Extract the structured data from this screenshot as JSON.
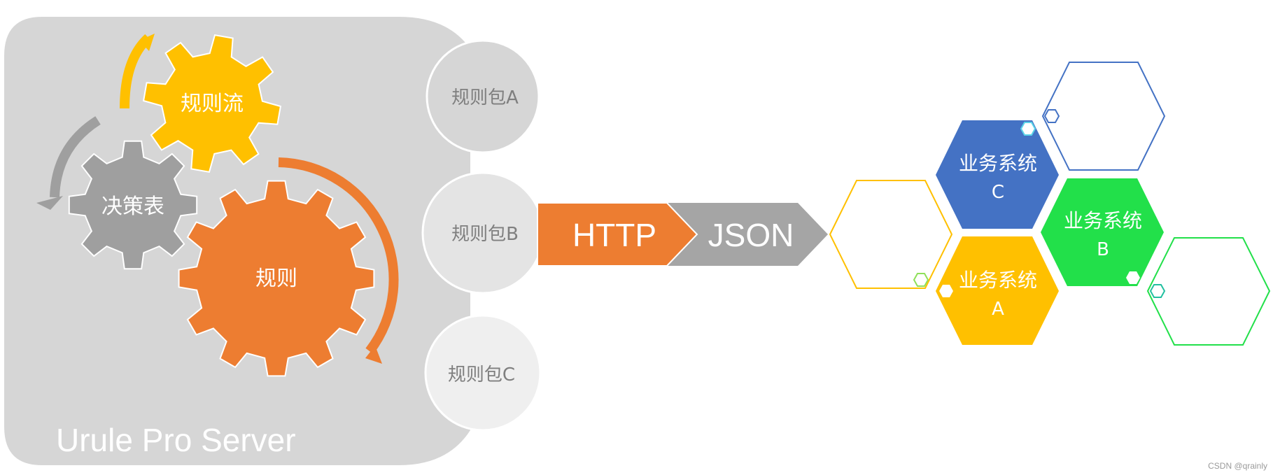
{
  "server": {
    "label": "Urule Pro Server"
  },
  "gears": {
    "flow": "规则流",
    "table": "决策表",
    "rule": "规则"
  },
  "packages": [
    "规则包A",
    "规则包B",
    "规则包C"
  ],
  "protocol": {
    "http": "HTTP",
    "json": "JSON"
  },
  "systems": {
    "c": {
      "line1": "业务系统",
      "line2": "C"
    },
    "b": {
      "line1": "业务系统",
      "line2": "B"
    },
    "a": {
      "line1": "业务系统",
      "line2": "A"
    }
  },
  "watermark": "CSDN @qrainly",
  "colors": {
    "panel": "#d6d6d6",
    "gray_gear": "#9f9f9f",
    "yellow": "#ffc000",
    "orange": "#ed7d31",
    "blue": "#4472c4",
    "green": "#22e04a",
    "pkg_a": "#d6d6d6",
    "pkg_b": "#e4e4e4",
    "pkg_c": "#efefef",
    "json_arrow": "#a5a5a5",
    "text_white": "#ffffff",
    "text_dark": "#7f7f7f"
  }
}
